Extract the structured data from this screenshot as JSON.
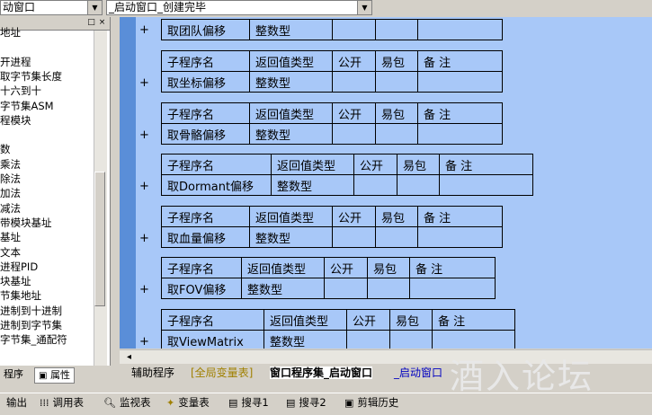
{
  "top": {
    "combo_left": "动窗口",
    "combo_right": "_启动窗口_创建完毕"
  },
  "left_panel": {
    "items": [
      "地址",
      "",
      "开进程",
      "取字节集长度",
      "十六到十",
      "字节集ASM",
      "程模块",
      "",
      "数",
      "乘法",
      "除法",
      "加法",
      "减法",
      "带模块基址",
      "基址",
      "文本",
      "进程PID",
      "块基址",
      "节集地址",
      "进制到十进制",
      "进制到字节集",
      "字节集_通配符"
    ],
    "tab_program": "程序",
    "tab_props": "属性"
  },
  "editor": {
    "headers": [
      "子程序名",
      "返回值类型",
      "公开",
      "易包",
      "备 注"
    ],
    "rows": [
      {
        "name": "取团队偏移",
        "type": "整数型"
      },
      {
        "name": "取坐标偏移",
        "type": "整数型"
      },
      {
        "name": "取骨骼偏移",
        "type": "整数型"
      },
      {
        "name": "取Dormant偏移",
        "type": "整数型"
      },
      {
        "name": "取血量偏移",
        "type": "整数型"
      },
      {
        "name": "取FOV偏移",
        "type": "整数型"
      },
      {
        "name": "取ViewMatrix",
        "type": "整数型"
      }
    ],
    "plus": "+"
  },
  "tabs": {
    "t1": "辅助程序",
    "t2": "[全局变量表]",
    "t3": "窗口程序集_启动窗口",
    "t4": "_启动窗口"
  },
  "bottom": {
    "output": "输出",
    "calls": "调用表",
    "watch": "监视表",
    "vars": "变量表",
    "find1": "搜寻1",
    "find2": "搜寻2",
    "clip": "剪辑历史"
  },
  "watermark": "酒入论坛"
}
